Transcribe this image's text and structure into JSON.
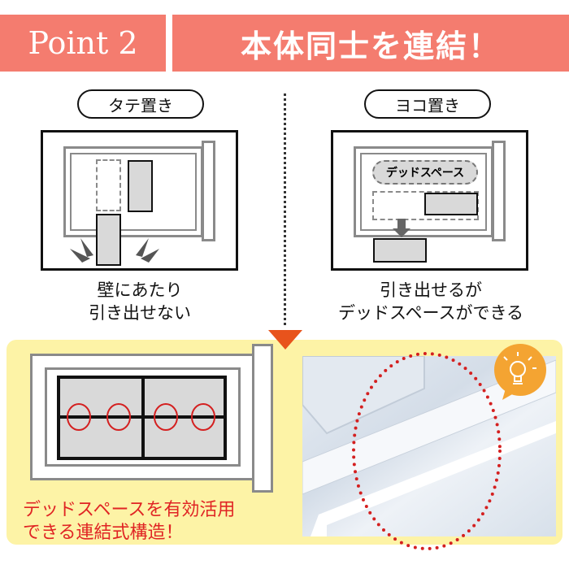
{
  "header": {
    "point_label": "Point 2",
    "title": "本体同士を連結！"
  },
  "left_case": {
    "label": "タテ置き",
    "caption_line1": "壁にあたり",
    "caption_line2": "引き出せない"
  },
  "right_case": {
    "label": "ヨコ置き",
    "dead_space_tag": "デッドスペース",
    "caption_line1": "引き出せるが",
    "caption_line2": "デッドスペースができる"
  },
  "solution": {
    "text_line1": "デッドスペースを有効活用",
    "text_line2": "できる連結式構造！"
  },
  "colors": {
    "header": "#f47c6f",
    "panel": "#fdf3a6",
    "accent_red": "#e02424",
    "arrow": "#e8531c",
    "bulb": "#f4a432"
  },
  "icons": [
    "lightbulb-icon",
    "down-arrow-icon",
    "impact-icon"
  ]
}
